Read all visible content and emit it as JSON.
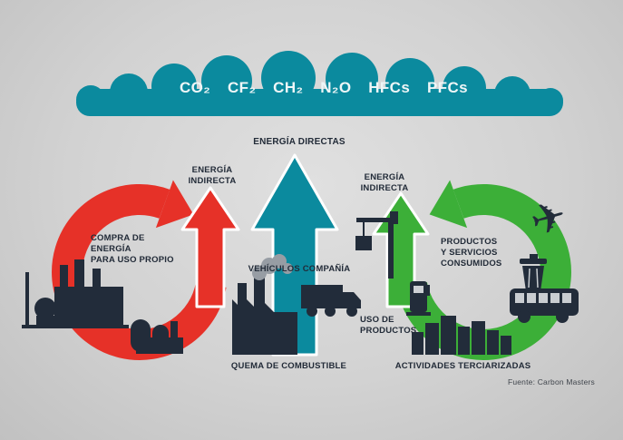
{
  "colors": {
    "teal": "#0b8a9e",
    "red": "#e63128",
    "green": "#3caf38",
    "silhouette": "#222c3a",
    "text": "#222b38",
    "background": "#d2d2d2"
  },
  "cloud": {
    "gases": [
      "CO₂",
      "CF₂",
      "CH₂",
      "N₂O",
      "HFCs",
      "PFCs"
    ]
  },
  "labels": {
    "energia_directas": "ENERGÍA DIRECTAS",
    "energia_indirecta_left": "ENERGÍA\nINDIRECTA",
    "energia_indirecta_right": "ENERGÍA\nINDIRECTA",
    "compra_energia": "COMPRA DE\nENERGÍA\nPARA USO PROPIO",
    "vehiculos": "VEHÍCULOS COMPAÑÍA",
    "productos_servicios": "PRODUCTOS\nY SERVICIOS\nCONSUMIDOS",
    "uso_productos": "USO DE\nPRODUCTOS",
    "quema_combustible": "QUEMA DE COMBUSTIBLE",
    "actividades": "ACTIVIDADES TERCIARIZADAS",
    "fuente": "Fuente: Carbon Masters"
  }
}
